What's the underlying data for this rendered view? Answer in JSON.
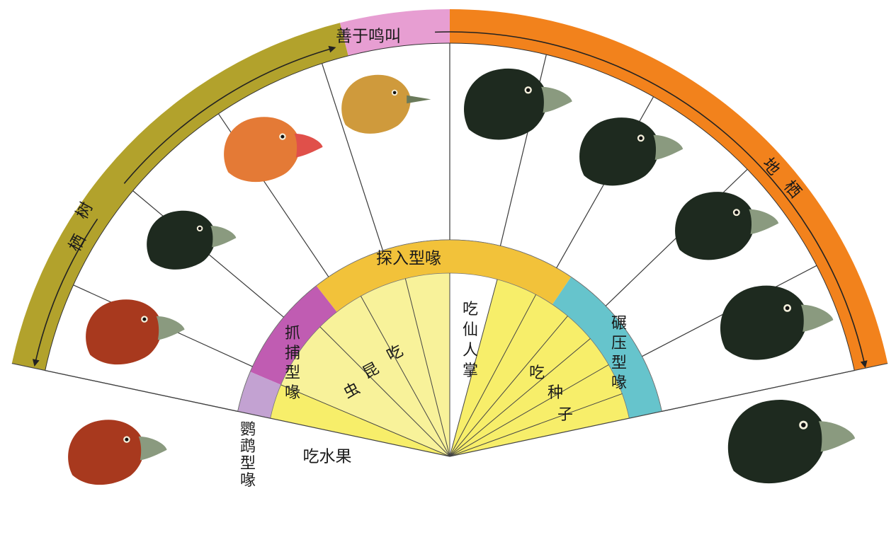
{
  "habitat": {
    "tree": {
      "label": "树栖",
      "color": "#b2a22c"
    },
    "ground": {
      "label": "地栖",
      "color": "#f2821c"
    },
    "song": {
      "label": "善于鸣叫",
      "color": "#e79ed2"
    }
  },
  "beak": {
    "probe": {
      "label": "探入型喙",
      "color": "#f2c23a"
    },
    "crush": {
      "label": "碾压型喙",
      "color": "#66c4cc"
    },
    "grasp": {
      "label": "抓捕型喙",
      "color": "#c05cb2"
    },
    "parrot": {
      "label": "鹦鹉型喙",
      "color": "#c3a2d2"
    }
  },
  "diet": {
    "insects": {
      "label": "吃昆虫"
    },
    "cactus": {
      "label": "吃仙人掌"
    },
    "seeds": {
      "label": "吃种子"
    },
    "fruit": {
      "label": "吃水果"
    }
  },
  "colors": {
    "diet_fill": "#f7ee6a",
    "insect_fill": "#f8f29a",
    "cactus_fill": "#ffffff",
    "spoke": "#3a3a3a",
    "black_bird": "#1e2a1f",
    "red_bird": "#a8391e",
    "orange_bird": "#e47a36",
    "golden_bird": "#cf9a3c"
  },
  "birds": [
    {
      "name": "bird-head-large-ground-finch",
      "color": "black",
      "icon": "finch-head-icon"
    },
    {
      "name": "bird-head-medium-ground-finch",
      "color": "black",
      "icon": "finch-head-icon"
    },
    {
      "name": "bird-head-small-ground-finch",
      "color": "black",
      "icon": "finch-head-icon"
    },
    {
      "name": "bird-head-sharp-beaked-ground-finch",
      "color": "black",
      "icon": "finch-head-icon"
    },
    {
      "name": "bird-head-cactus-finch",
      "color": "black",
      "icon": "finch-head-icon"
    },
    {
      "name": "bird-head-warbler-finch",
      "color": "golden",
      "icon": "warbler-head-icon"
    },
    {
      "name": "bird-head-woodpecker-finch",
      "color": "orange",
      "icon": "finch-head-icon"
    },
    {
      "name": "bird-head-small-tree-finch",
      "color": "black",
      "icon": "finch-head-icon"
    },
    {
      "name": "bird-head-large-tree-finch",
      "color": "red",
      "icon": "finch-head-icon"
    },
    {
      "name": "bird-head-vegetarian-finch",
      "color": "red",
      "icon": "finch-head-icon"
    }
  ]
}
